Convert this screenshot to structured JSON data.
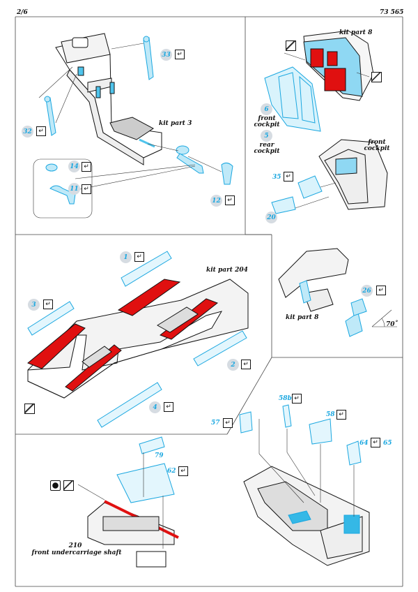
{
  "header": {
    "page": "2/6",
    "code": "73 565"
  },
  "labels": {
    "kit_part_3": "kit part 3",
    "kit_part_8_top": "kit part 8",
    "front_cockpit_6": "front\ncockpit",
    "rear_cockpit_5": "rear\ncockpit",
    "front_cockpit_right": "front\ncockpit",
    "kit_part_204": "kit part 204",
    "kit_part_8_mid": "kit part 8",
    "angle": "70˚",
    "shaft_num": "210",
    "shaft_label": "front undercarriage shaft"
  },
  "parts": {
    "p33": "33",
    "p32": "32",
    "p14": "14",
    "p11": "11",
    "p12": "12",
    "p6": "6",
    "p5": "5",
    "p35": "35",
    "p20": "20",
    "p1": "1",
    "p3": "3",
    "p2": "2",
    "p4": "4",
    "p26": "26",
    "p57": "57",
    "p58b": "58b",
    "p58": "58",
    "p64": "64",
    "p65": "65",
    "p79": "79",
    "p62": "62"
  },
  "icons": {
    "check": "↵"
  },
  "colors": {
    "etch_blue": "#35b8e6",
    "red": "#e01010",
    "grey": "#d6dce2"
  }
}
